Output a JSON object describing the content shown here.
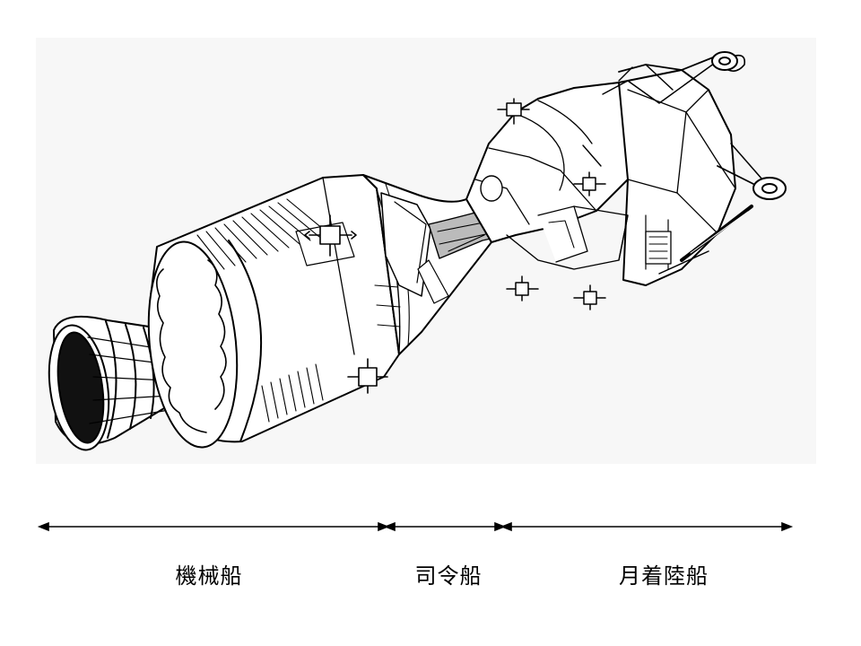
{
  "illustration": {
    "subject": "apollo-csm-lm-stack"
  },
  "sections": [
    {
      "id": "service-module",
      "label": "機械船"
    },
    {
      "id": "command-module",
      "label": "司令船"
    },
    {
      "id": "lunar-module",
      "label": "月着陸船"
    }
  ],
  "colors": {
    "line": "#000000",
    "panel": "#f7f7f7",
    "background": "#ffffff"
  }
}
